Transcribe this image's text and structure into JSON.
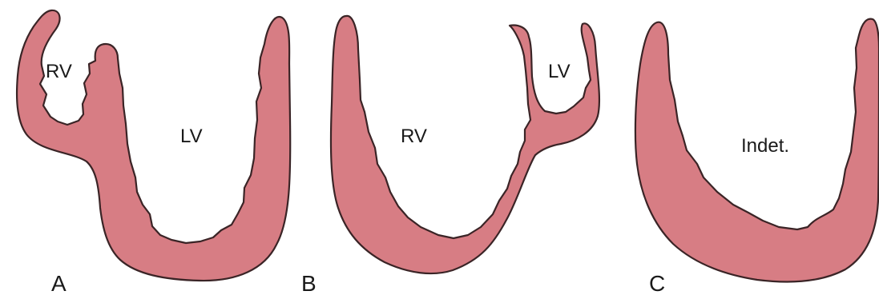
{
  "panels": [
    {
      "letter": "A",
      "labels": [
        "RV",
        "LV"
      ]
    },
    {
      "letter": "B",
      "labels": [
        "RV",
        "LV"
      ]
    },
    {
      "letter": "C",
      "labels": [
        "Indet."
      ]
    }
  ],
  "colors": {
    "myocardium": "#d77d84",
    "outline": "#3a2426",
    "text": "#1a1a1a"
  }
}
